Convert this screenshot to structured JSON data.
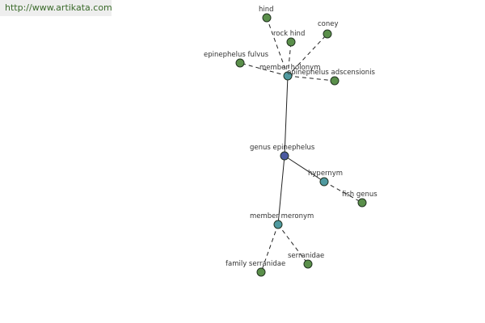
{
  "watermark": "http://www.artikata.com",
  "colors": {
    "leaf": "#5a8f4a",
    "relation": "#4f9aa0",
    "center": "#4a5aa0"
  },
  "nodes": [
    {
      "id": "genus",
      "label": "genus epinephelus",
      "kind": "center"
    },
    {
      "id": "holonym",
      "label": "member holonym",
      "kind": "relation"
    },
    {
      "id": "hypernym",
      "label": "hypernym",
      "kind": "relation"
    },
    {
      "id": "meronym",
      "label": "member meronym",
      "kind": "relation"
    },
    {
      "id": "hind",
      "label": "hind",
      "kind": "leaf"
    },
    {
      "id": "rockhind",
      "label": "rock hind",
      "kind": "leaf"
    },
    {
      "id": "coney",
      "label": "coney",
      "kind": "leaf"
    },
    {
      "id": "fulvus",
      "label": "epinephelus fulvus",
      "kind": "leaf"
    },
    {
      "id": "adscensionis",
      "label": "epinephelus adscensionis",
      "kind": "leaf"
    },
    {
      "id": "fishgenus",
      "label": "fish genus",
      "kind": "leaf"
    },
    {
      "id": "familyserranidae",
      "label": "family serranidae",
      "kind": "leaf"
    },
    {
      "id": "serranidae",
      "label": "serranidae",
      "kind": "leaf"
    }
  ],
  "edges": [
    {
      "from": "genus",
      "to": "holonym",
      "style": "solid"
    },
    {
      "from": "genus",
      "to": "hypernym",
      "style": "solid"
    },
    {
      "from": "genus",
      "to": "meronym",
      "style": "solid"
    },
    {
      "from": "holonym",
      "to": "hind",
      "style": "dashed"
    },
    {
      "from": "holonym",
      "to": "rockhind",
      "style": "dashed"
    },
    {
      "from": "holonym",
      "to": "coney",
      "style": "dashed"
    },
    {
      "from": "holonym",
      "to": "fulvus",
      "style": "dashed"
    },
    {
      "from": "holonym",
      "to": "adscensionis",
      "style": "dashed"
    },
    {
      "from": "hypernym",
      "to": "fishgenus",
      "style": "dashed"
    },
    {
      "from": "meronym",
      "to": "familyserranidae",
      "style": "dashed"
    },
    {
      "from": "meronym",
      "to": "serranidae",
      "style": "dashed"
    }
  ]
}
